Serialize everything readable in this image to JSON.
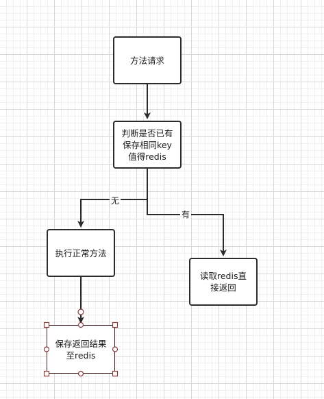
{
  "nodes": {
    "start": "方法请求",
    "check": "判断是否已有\n保存相同key\n值得redis",
    "normal": "执行正常方法",
    "read": "读取redis直\n接返回",
    "save": "保存返回结果\n至redis"
  },
  "edge_labels": {
    "no": "无",
    "yes": "有"
  },
  "colors": {
    "line": "#2b2b2b",
    "selection_handle": "#8a3a3a"
  }
}
